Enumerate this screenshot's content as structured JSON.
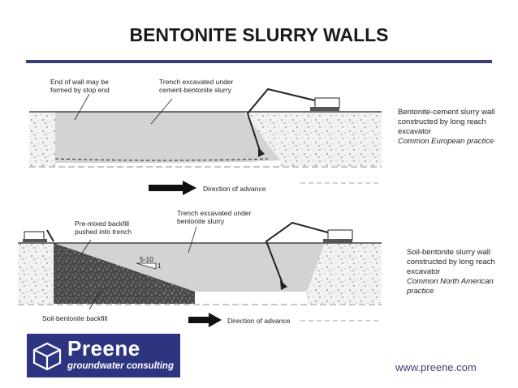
{
  "title": "BENTONITE SLURRY WALLS",
  "top_figure": {
    "label_end_wall_line1": "End of wall may be",
    "label_end_wall_line2": "formed by stop end",
    "label_trench_line1": "Trench excavated under",
    "label_trench_line2": "cement-bentonite slurry",
    "direction_label": "Direction of advance",
    "caption_line1": "Bentonite-cement slurry wall constructed by long reach excavator",
    "caption_line2": "Common European practice"
  },
  "bottom_figure": {
    "label_backfill_line1": "Pre-mixed backfill",
    "label_backfill_line2": "pushed into trench",
    "label_trench_line1": "Trench excavated under",
    "label_trench_line2": "bentonite slurry",
    "slope_label": "5-10",
    "slope_base": "1",
    "backfill_label": "Soil-bentonite backfill",
    "direction_label": "Direction of advance",
    "caption_line1": "Soil-bentonite slurry wall constructed by long reach excavator",
    "caption_line2": "Common North American practice"
  },
  "logo": {
    "name": "Preene",
    "tagline": "groundwater consulting",
    "color": "#2e3580"
  },
  "url": "www.preene.com",
  "colors": {
    "accent_rule": "#3a3f78",
    "slurry": "#d3d3d3",
    "backfill": "#4a4a4a"
  }
}
